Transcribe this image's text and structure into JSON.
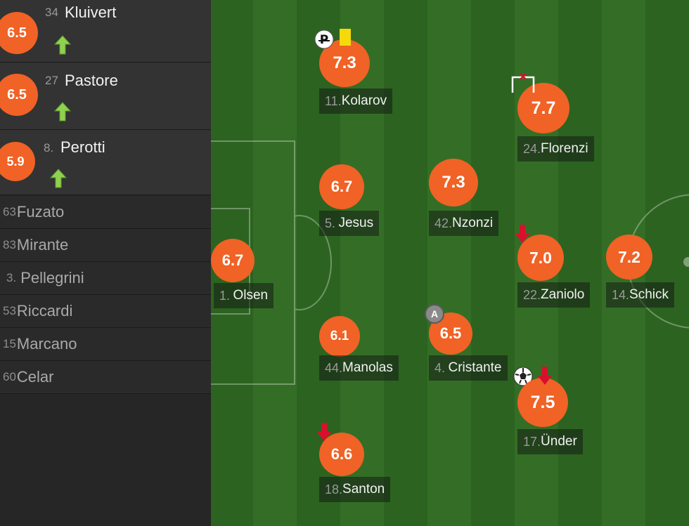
{
  "substitutes_in": [
    {
      "number": "34",
      "name": "Kluivert",
      "rating": "6.5",
      "icon": "substitution-in-arrow-icon"
    },
    {
      "number": "27",
      "name": "Pastore",
      "rating": "6.5",
      "icon": "substitution-in-arrow-icon"
    },
    {
      "number": "8.",
      "name": "Perotti",
      "rating": "5.9",
      "icon": "substitution-in-arrow-icon"
    }
  ],
  "bench": [
    {
      "number": "63",
      "name": "Fuzato"
    },
    {
      "number": "83",
      "name": "Mirante"
    },
    {
      "number": "3.",
      "name": "Pellegrini"
    },
    {
      "number": "53",
      "name": "Riccardi"
    },
    {
      "number": "15",
      "name": "Marcano"
    },
    {
      "number": "60",
      "name": "Celar"
    }
  ],
  "players": [
    {
      "number": "1.",
      "name": "Olsen",
      "rating": "6.7",
      "icons": []
    },
    {
      "number": "11.",
      "name": "Kolarov",
      "rating": "7.3",
      "icons": [
        "penalty-icon",
        "yellow-card-icon"
      ]
    },
    {
      "number": "5.",
      "name": "Jesus",
      "rating": "6.7",
      "icons": []
    },
    {
      "number": "44.",
      "name": "Manolas",
      "rating": "6.1",
      "icons": []
    },
    {
      "number": "18.",
      "name": "Santon",
      "rating": "6.6",
      "icons": [
        "substitution-out-arrow-icon"
      ]
    },
    {
      "number": "42.",
      "name": "Nzonzi",
      "rating": "7.3",
      "icons": []
    },
    {
      "number": "4.",
      "name": "Cristante",
      "rating": "6.5",
      "icons": [
        "captain-badge-icon",
        "goal-ball-icon"
      ]
    },
    {
      "number": "24.",
      "name": "Florenzi",
      "rating": "7.7",
      "icons": [
        "assist-corner-icon"
      ]
    },
    {
      "number": "22.",
      "name": "Zaniolo",
      "rating": "7.0",
      "icons": [
        "substitution-out-arrow-icon"
      ]
    },
    {
      "number": "17.",
      "name": "Ünder",
      "rating": "7.5",
      "icons": [
        "substitution-out-arrow-icon"
      ]
    },
    {
      "number": "14.",
      "name": "Schick",
      "rating": "7.2",
      "icons": []
    }
  ],
  "captain_badge_letter": "A",
  "colors": {
    "rating": "#f06225",
    "pitch_dark": "#2c6320",
    "pitch_light": "#356f27",
    "sub_in_arrow": "#8fd14f",
    "sub_out_arrow": "#d8102b",
    "yellow_card": "#f5d90a"
  }
}
